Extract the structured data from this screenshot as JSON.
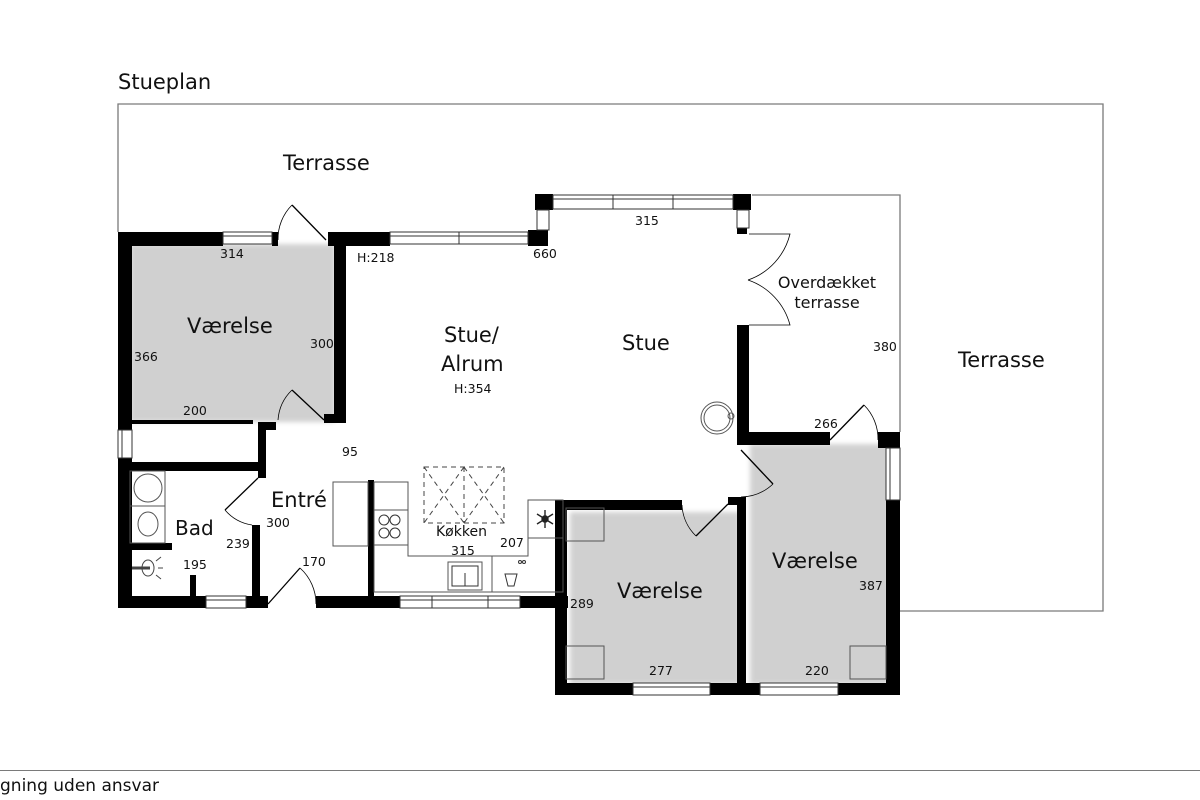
{
  "plan_title": "Stueplan",
  "footer_text": "gning uden ansvar",
  "rooms": {
    "terrasse_top": "Terrasse",
    "terrasse_right": "Terrasse",
    "overdaekket_line1": "Overdækket",
    "overdaekket_line2": "terrasse",
    "vaerelse_nw": "Værelse",
    "stue_alrum_line1": "Stue/",
    "stue_alrum_line2": "Alrum",
    "stue_alrum_height": "H:354",
    "stue": "Stue",
    "entre": "Entré",
    "bad": "Bad",
    "koekken": "Køkken",
    "vaerelse_s": "Værelse",
    "vaerelse_se": "Værelse"
  },
  "dimensions": {
    "d314": "314",
    "h218": "H:218",
    "d660": "660",
    "d315_top": "315",
    "d366": "366",
    "d300_a": "300",
    "d200": "200",
    "d95": "95",
    "d380": "380",
    "d266": "266",
    "d300_entre": "300",
    "d239": "239",
    "d195": "195",
    "d170": "170",
    "d315_kitchen": "315",
    "d207": "207",
    "d289": "289",
    "d277": "277",
    "d220": "220",
    "d387": "387"
  },
  "colors": {
    "wall": "#000000",
    "outline": "#7a7a7a",
    "fixture": "#555555"
  }
}
